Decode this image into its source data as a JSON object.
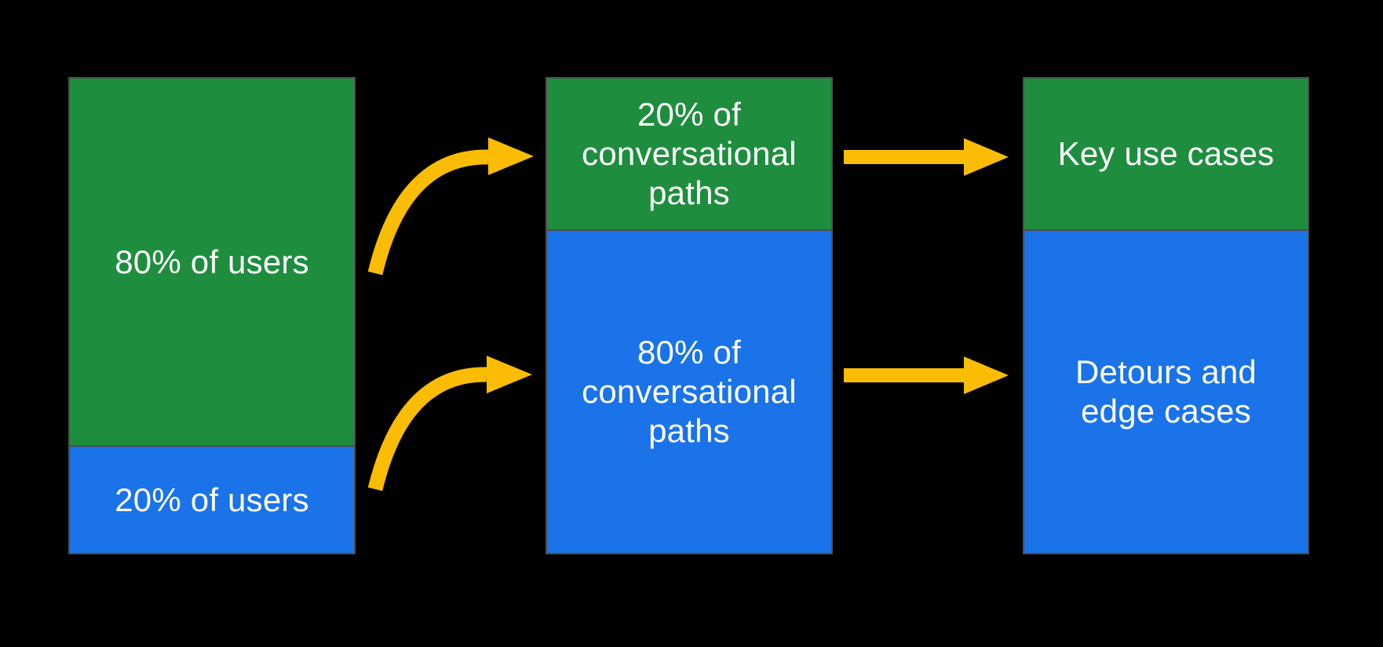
{
  "colors": {
    "green": "#1E8E3E",
    "blue": "#1A73E8",
    "arrow": "#FBBC04",
    "border": "#4E4E4E",
    "background": "#000000",
    "text": "#FFFFFF"
  },
  "diagram": {
    "description": "Flow diagram: share of users maps to share of conversational paths, which map to design focus areas",
    "bars": [
      {
        "id": "users",
        "segments": [
          {
            "color": "green",
            "share_of_bar": "80%",
            "label": "80% of users"
          },
          {
            "color": "blue",
            "share_of_bar": "20%",
            "label": "20% of users"
          }
        ]
      },
      {
        "id": "conversational-paths",
        "segments": [
          {
            "color": "green",
            "share_of_bar": "20%",
            "label": "20% of\nconversational\npaths"
          },
          {
            "color": "blue",
            "share_of_bar": "80%",
            "label": "80% of\nconversational\npaths"
          }
        ]
      },
      {
        "id": "outcomes",
        "segments": [
          {
            "color": "green",
            "label": "Key use cases"
          },
          {
            "color": "blue",
            "label": "Detours and\nedge cases"
          }
        ]
      }
    ],
    "arrows": [
      {
        "id": "users-80-to-paths-20",
        "style": "curved",
        "from": "80% of users",
        "to": "20% of conversational paths"
      },
      {
        "id": "users-20-to-paths-80",
        "style": "curved",
        "from": "20% of users",
        "to": "80% of conversational paths"
      },
      {
        "id": "paths-20-to-key-use-cases",
        "style": "straight",
        "from": "20% of conversational paths",
        "to": "Key use cases"
      },
      {
        "id": "paths-80-to-detours",
        "style": "straight",
        "from": "80% of conversational paths",
        "to": "Detours and edge cases"
      }
    ]
  }
}
